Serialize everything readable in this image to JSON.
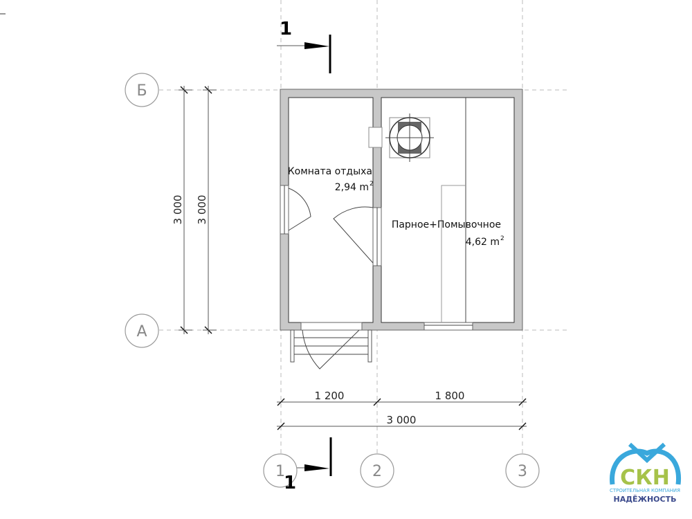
{
  "plan": {
    "section_mark": "1",
    "axes_rows": [
      "Б",
      "А"
    ],
    "axes_cols": [
      "1",
      "2",
      "3"
    ],
    "dims": {
      "vertical_outer": "3 000",
      "vertical_inner": "3 000",
      "segment_1": "1 200",
      "segment_2": "1 800",
      "total": "3 000"
    },
    "rooms": [
      {
        "name": "Комната отдыха",
        "area": "2,94 m",
        "sup": "2"
      },
      {
        "name": "Парное+Помывочное",
        "area": "4,62 m",
        "sup": "2"
      }
    ]
  },
  "logo": {
    "letters": "СКН",
    "subtitle": "СТРОИТЕЛЬНАЯ КОМПАНИЯ",
    "name": "НАДЁЖНОСТЬ",
    "colors": {
      "blue": "#3aa8dc",
      "green": "#a6c24a",
      "navy": "#3b4a8c"
    }
  }
}
